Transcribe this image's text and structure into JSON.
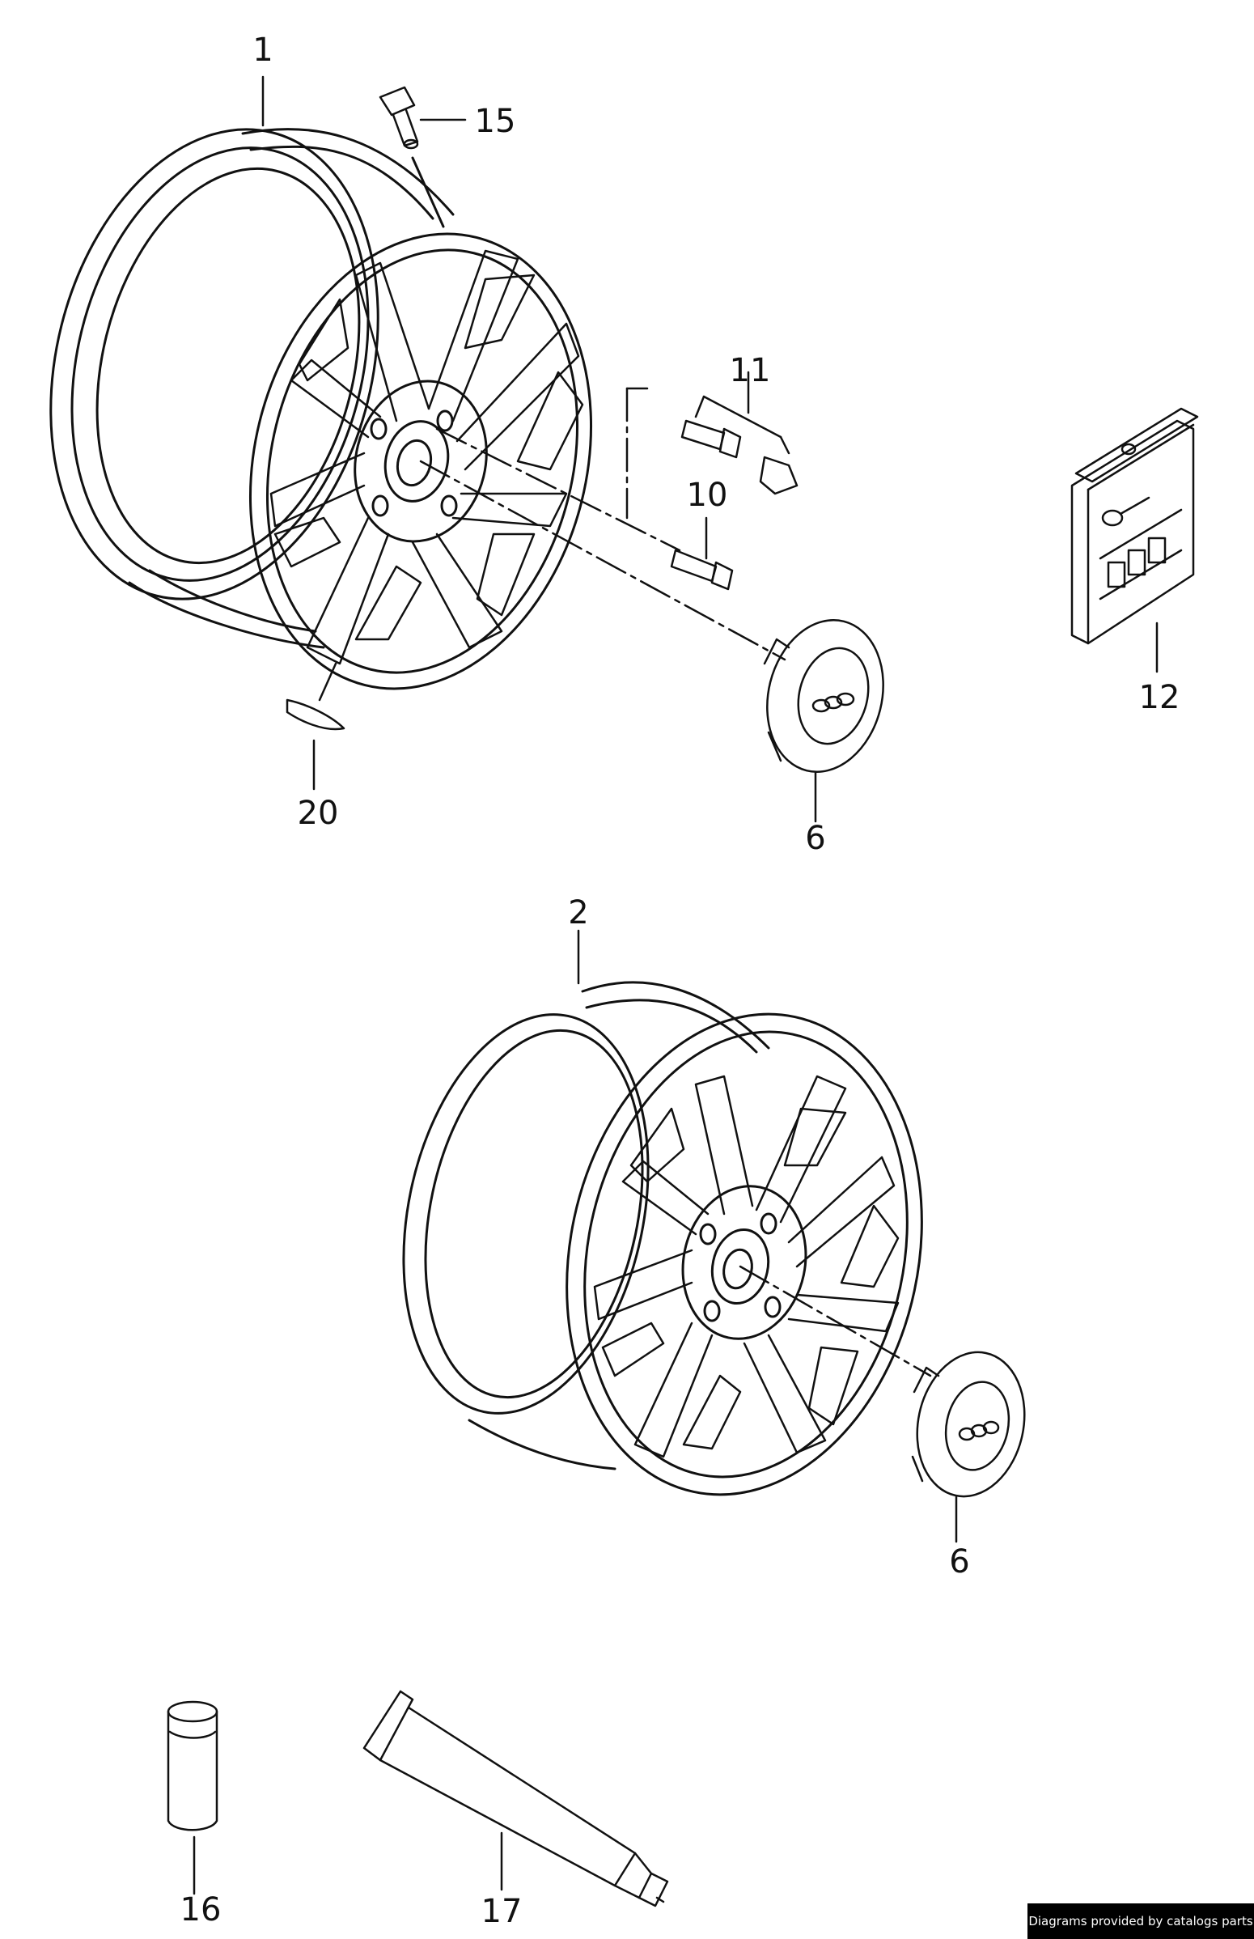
{
  "callouts": {
    "c1": "1",
    "c2": "2",
    "c6a": "6",
    "c6b": "6",
    "c10": "10",
    "c11": "11",
    "c12": "12",
    "c15": "15",
    "c16": "16",
    "c17": "17",
    "c20": "20"
  },
  "credit": "Diagrams provided by catalogs parts",
  "colors": {
    "line": "#111111",
    "background": "#ffffff",
    "badge": "#000000"
  }
}
